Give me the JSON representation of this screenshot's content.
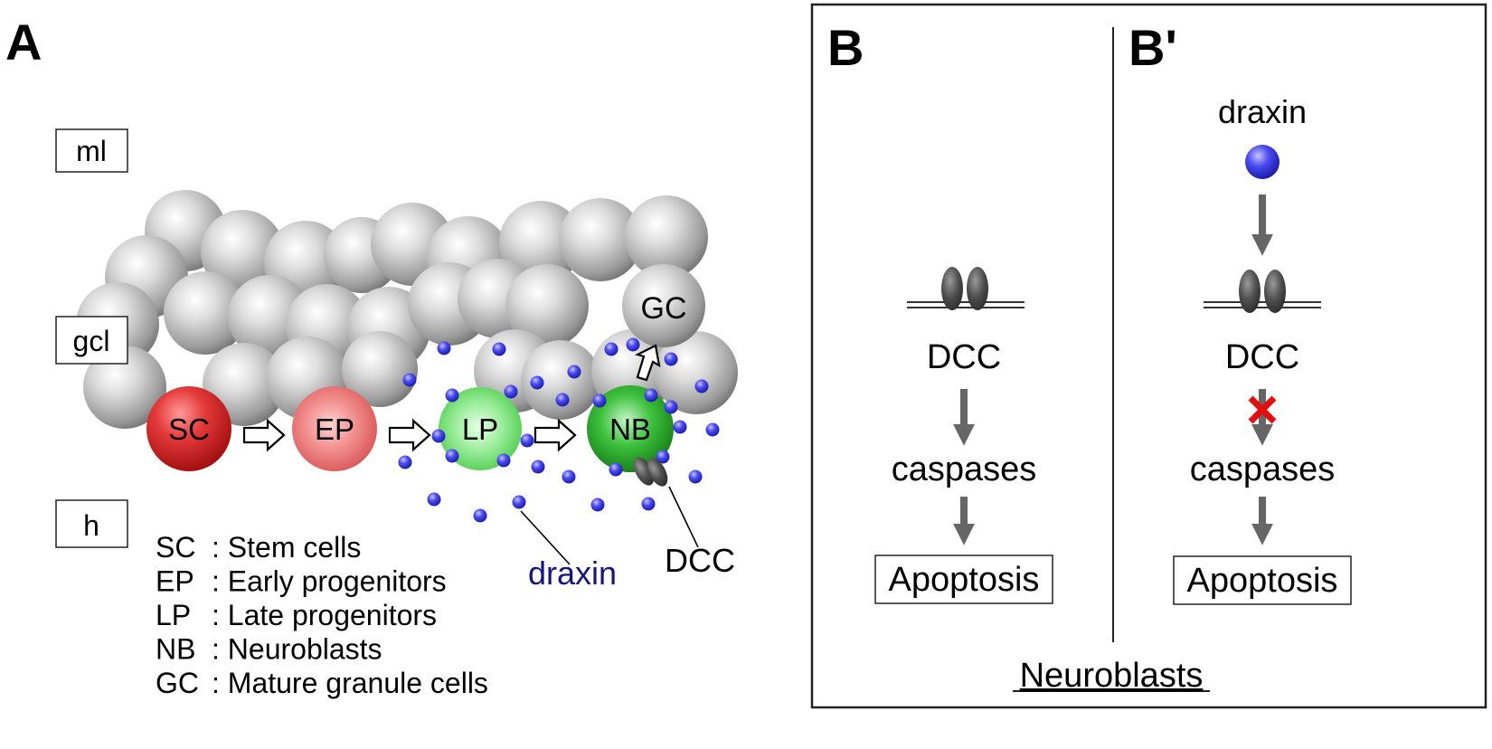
{
  "panel_a": {
    "letter": "A",
    "layer_labels": {
      "ml": "ml",
      "gcl": "gcl",
      "h": "h"
    },
    "cells": {
      "sc": "SC",
      "ep": "EP",
      "lp": "LP",
      "nb": "NB",
      "gc": "GC"
    },
    "draxin_label": "draxin",
    "dcc_label": "DCC",
    "legend": [
      {
        "abbr": "SC",
        "desc": ": Stem cells"
      },
      {
        "abbr": "EP",
        "desc": ": Early progenitors"
      },
      {
        "abbr": "LP",
        "desc": ": Late progenitors"
      },
      {
        "abbr": "NB",
        "desc": ": Neuroblasts"
      },
      {
        "abbr": "GC",
        "desc": ": Mature granule cells"
      }
    ]
  },
  "panel_b": {
    "letter": "B",
    "dcc": "DCC",
    "caspases": "caspases",
    "apoptosis": "Apoptosis"
  },
  "panel_b_prime": {
    "letter": "B'",
    "ligand": "draxin",
    "dcc": "DCC",
    "caspases": "caspases",
    "apoptosis": "Apoptosis"
  },
  "footer": "Neuroblasts",
  "colors": {
    "draxin": "#3a3ae6",
    "stem_cell": "#d81c1c",
    "early_progenitor": "#f07070",
    "progenitor_green": "#5fdc5f",
    "neuroblast_green": "#1fa31f",
    "inhibit": "#e01010",
    "arrow": "#666666"
  }
}
